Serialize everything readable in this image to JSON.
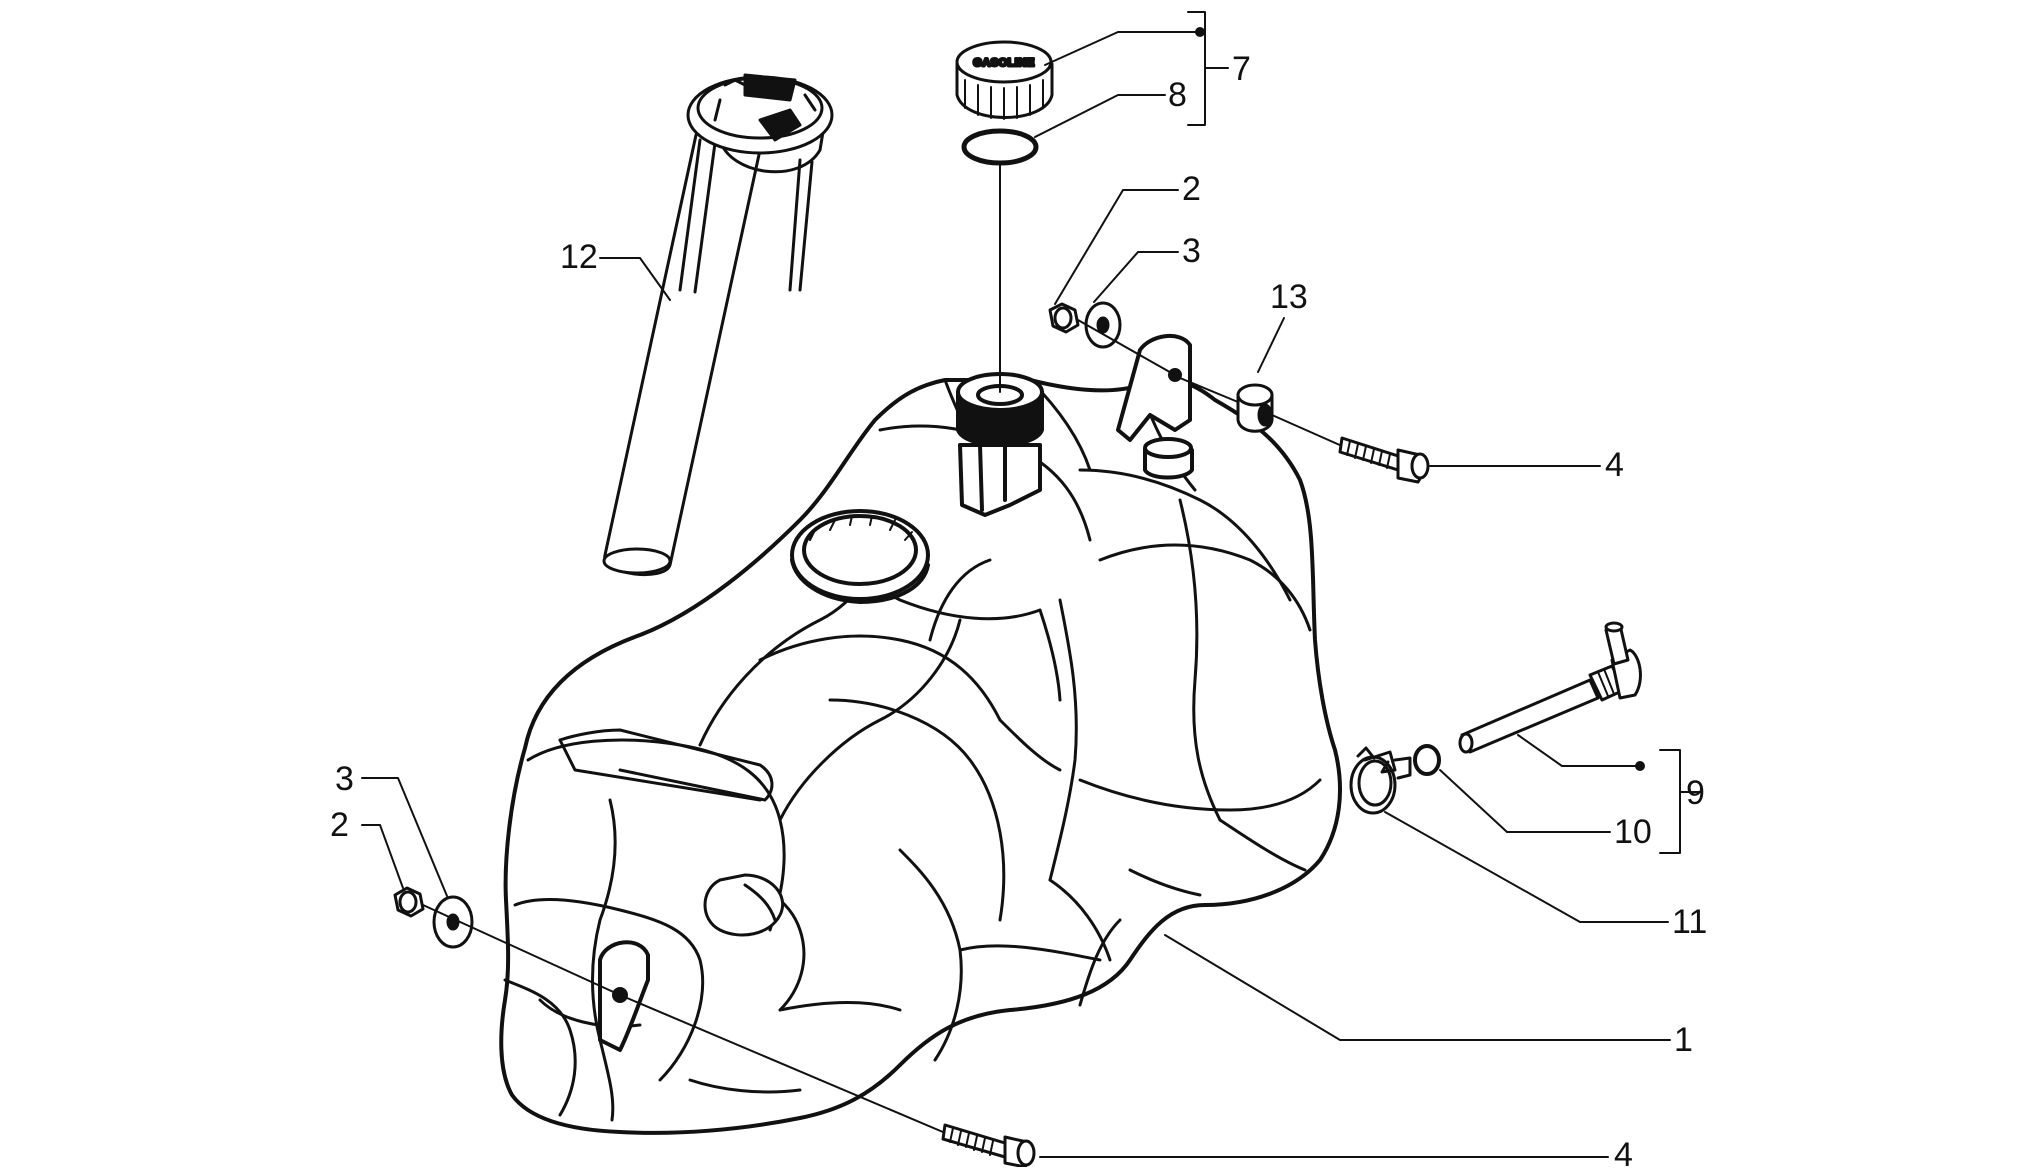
{
  "diagram": {
    "background": "#ffffff",
    "stroke_color": "#111111",
    "cap_text": "GASOLINE",
    "callouts": [
      {
        "id": "c1",
        "label": "1"
      },
      {
        "id": "c2a",
        "label": "2"
      },
      {
        "id": "c2b",
        "label": "2"
      },
      {
        "id": "c3a",
        "label": "3"
      },
      {
        "id": "c3b",
        "label": "3"
      },
      {
        "id": "c4a",
        "label": "4"
      },
      {
        "id": "c4b",
        "label": "4"
      },
      {
        "id": "c7",
        "label": "7"
      },
      {
        "id": "c8",
        "label": "8"
      },
      {
        "id": "c9",
        "label": "9"
      },
      {
        "id": "c10",
        "label": "10"
      },
      {
        "id": "c11",
        "label": "11"
      },
      {
        "id": "c12",
        "label": "12"
      },
      {
        "id": "c13",
        "label": "13"
      }
    ]
  }
}
